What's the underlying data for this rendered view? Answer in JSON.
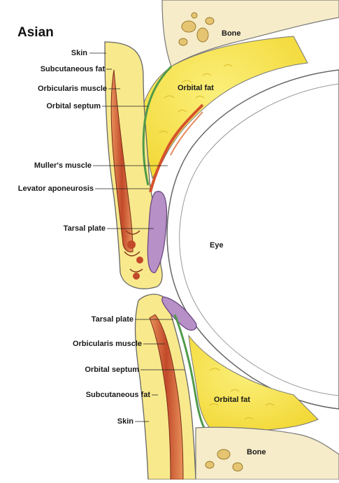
{
  "title": "Asian",
  "regions": {
    "bone_top": "Bone",
    "bone_bottom": "Bone",
    "orbital_fat_top": "Orbital fat",
    "orbital_fat_bottom": "Orbital fat",
    "eye": "Eye"
  },
  "upper_labels": [
    "Skin",
    "Subcutaneous fat",
    "Orbicularis muscle",
    "Orbital septum",
    "Muller's muscle",
    "Levator aponeurosis",
    "Tarsal plate"
  ],
  "lower_labels": [
    "Tarsal plate",
    "Orbicularis muscle",
    "Orbital septum",
    "Subcutaneous fat",
    "Skin"
  ],
  "colors": {
    "fat": "#f7e44a",
    "muscle": "#c8542e",
    "septum": "#4f9a4a",
    "tarsal": "#b690c7",
    "bone": "#f4e9c4",
    "outline": "#555555"
  }
}
